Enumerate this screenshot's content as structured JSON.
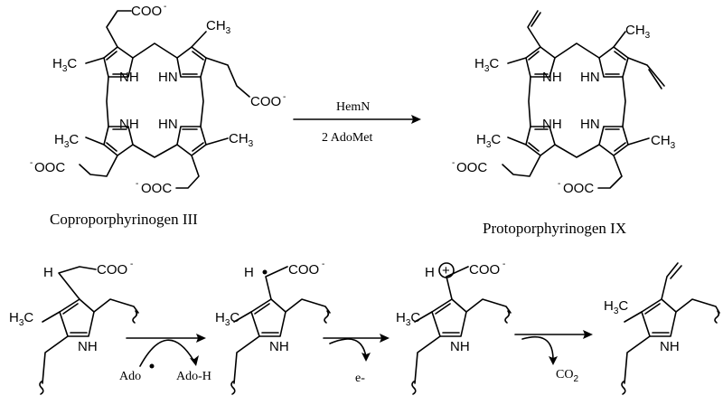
{
  "molecules": {
    "coproporphyrinogen": {
      "name": "Coproporphyrinogen III",
      "carboxylate_1": "COO",
      "carboxylate_2": "COO",
      "carboxylate_3": "OOC",
      "carboxylate_4": "OOC",
      "minus": "-",
      "methyl_h": "H",
      "methyl_c": "C",
      "methyl_3": "3",
      "nh": "NH",
      "hn": "HN",
      "ch3_right": "CH",
      "sub3": "3"
    },
    "protoporphyrinogen": {
      "name": "Protoporphyrinogen IX",
      "carboxylate_3": "OOC",
      "carboxylate_4": "OOC",
      "minus": "-",
      "nh": "NH",
      "hn": "HN",
      "ch3": "CH",
      "sub3": "3",
      "methyl_h": "H",
      "methyl_c": "C"
    }
  },
  "reaction": {
    "enzyme": "HemN",
    "cofactor": "2 AdoMet"
  },
  "mechanism": {
    "step1_in": "Ado",
    "step1_out": "Ado-H",
    "step2_out": "e-",
    "step3_out": "CO",
    "step3_sub": "2",
    "h_label": "H",
    "coo": "COO",
    "minus": "-",
    "nh": "NH",
    "methyl_h": "H",
    "methyl_c": "C",
    "sub3": "3",
    "plus": "+"
  }
}
